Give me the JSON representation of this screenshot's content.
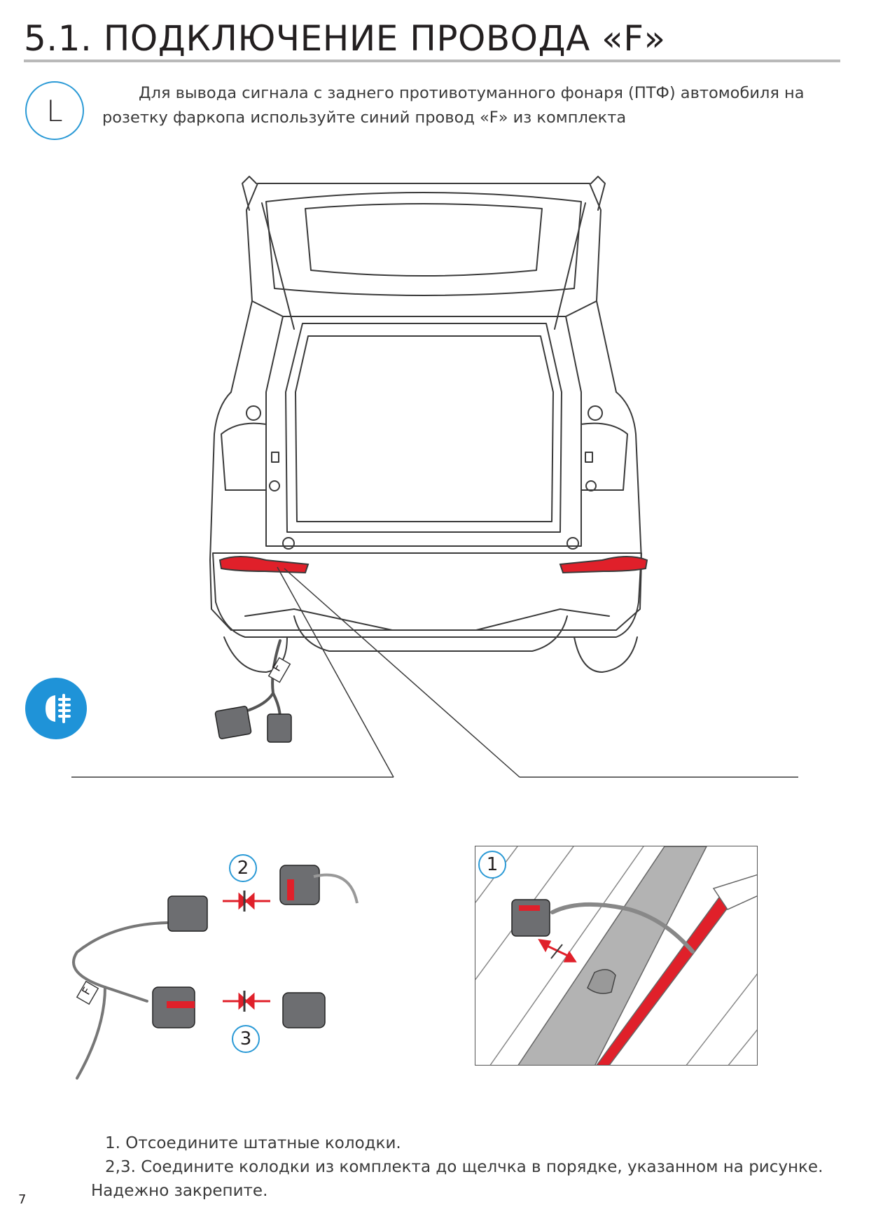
{
  "page": {
    "title": "5.1. ПОДКЛЮЧЕНИЕ ПРОВОДА  «F»",
    "badge_letter": "L",
    "intro_line1": "Для вывода сигнала с заднего противотуманного фонаря (ПТФ) автомобиля на",
    "intro_line2": "розетку фаркопа используйте синий провод «F» из комплекта",
    "page_number": "7"
  },
  "figure": {
    "wire_label": "F",
    "steps": {
      "step1": "1",
      "step2": "2",
      "step3": "3"
    },
    "icon": "rear-fog-lamp-icon",
    "accent_color": "#2b9ad6",
    "highlight_color": "#e0202a"
  },
  "instructions": {
    "line1": "1. Отсоедините штатные колодки.",
    "line2": "2,3. Соедините колодки из комплекта до щелчка в порядке, указанном на рисунке.",
    "line3": "Надежно закрепите."
  }
}
